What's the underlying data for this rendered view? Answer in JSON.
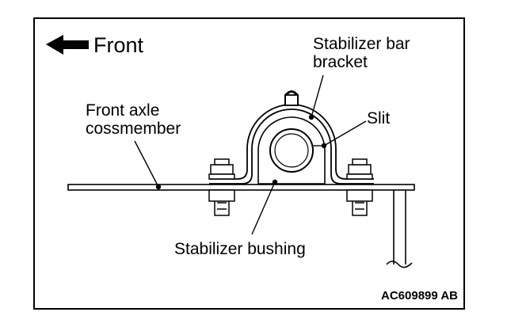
{
  "direction_label": "Front",
  "callouts": {
    "bracket_line1": "Stabilizer bar",
    "bracket_line2": "bracket",
    "slit": "Slit",
    "crossmember_line1": "Front axle",
    "crossmember_line2": "cossmember",
    "bushing": "Stabilizer bushing"
  },
  "figure_code": "AC609899 AB"
}
